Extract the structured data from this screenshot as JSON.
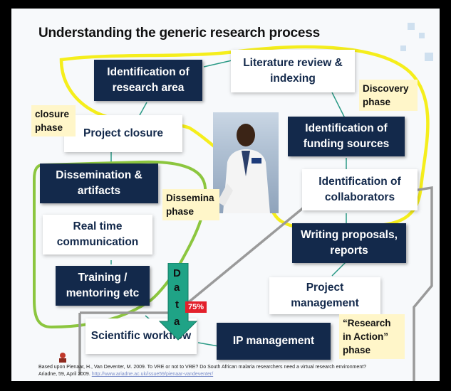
{
  "title": "Understanding the generic research process",
  "boxes": {
    "identification_area": "Identification of research area",
    "literature_review": "Literature review & indexing",
    "project_closure": "Project closure",
    "funding_sources": "Identification of funding sources",
    "dissemination": "Dissemination & artifacts",
    "collaborators": "Identification of collaborators",
    "real_time": "Real time communication",
    "writing_proposals": "Writing proposals, reports",
    "training": "Training / mentoring etc",
    "project_management": "Project management",
    "scientific_workflow": "Scientific workflow",
    "ip_management": "IP management"
  },
  "phases": {
    "closure": "closure phase",
    "discovery": "Discovery phase",
    "dissemination": "Dissemina phase",
    "research_in_action": "“Research in Action” phase"
  },
  "data_arrow": {
    "letters": [
      "D",
      "a",
      "t",
      "a"
    ],
    "badge": "75%"
  },
  "footer": {
    "line1": "Based upon Pienaar, H., Van Deventer, M. 2009. To VRE or not to VRE? Do South African malaria researchers need a virtual research environment?",
    "line2_prefix": "Ariadne, 59, April 2009.",
    "link": "http://www.ariadne.ac.uk/issue59/pienaar-vandeventer/"
  },
  "colors": {
    "dark_box": "#13294b",
    "discovery_outline": "#f5ee1c",
    "dissemination_outline": "#8cc63f",
    "action_outline": "#9a9a9a",
    "data_arrow": "#1fa386",
    "badge": "#e3202b",
    "note_bg": "#fff6c9"
  }
}
